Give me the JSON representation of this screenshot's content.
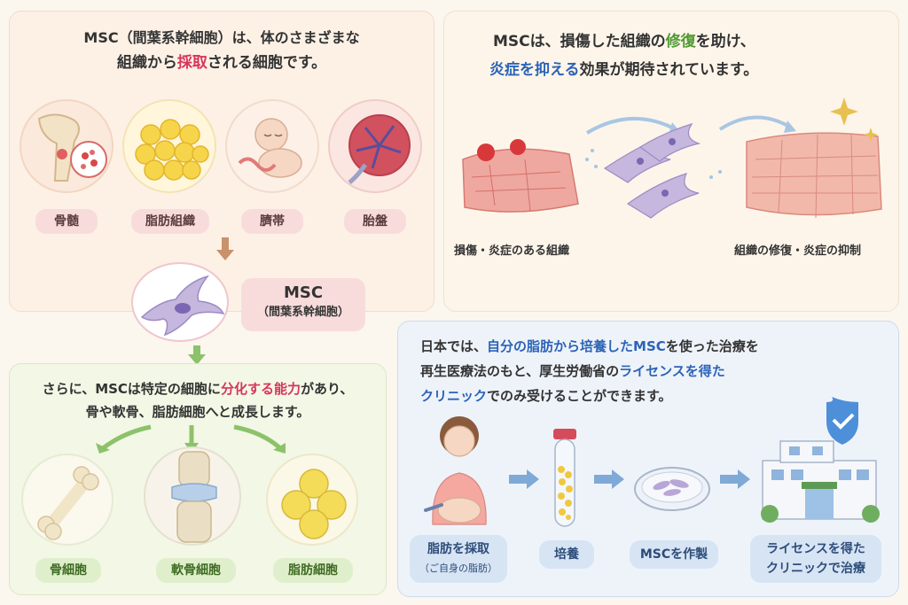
{
  "source_panel": {
    "heading_line1": "MSC（間葉系幹細胞）は、体のさまざまな",
    "heading_line2_pre": "組織から",
    "heading_line2_hl": "採取",
    "heading_line2_post": "される細胞です。",
    "sources": [
      {
        "label": "骨髄",
        "icon": "bone-marrow-icon"
      },
      {
        "label": "脂肪組織",
        "icon": "adipose-tissue-icon"
      },
      {
        "label": "臍帯",
        "icon": "umbilical-cord-icon"
      },
      {
        "label": "胎盤",
        "icon": "placenta-icon"
      }
    ],
    "msc_title": "MSC",
    "msc_subtitle": "（間葉系幹細胞）"
  },
  "repair_panel": {
    "line1_pre": "MSCは、損傷した組織の",
    "line1_hl": "修復",
    "line1_post": "を助け、",
    "line2_hl": "炎症を抑える",
    "line2_post": "効果が期待されています。",
    "caption_left": "損傷・炎症のある組織",
    "caption_right": "組織の修復・炎症の抑制"
  },
  "differentiation_panel": {
    "line1_pre": "さらに、MSCは特定の細胞に",
    "line1_hl": "分化する能力",
    "line1_post": "があり、",
    "line2": "骨や軟骨、脂肪細胞へと成長します。",
    "cells": [
      {
        "label": "骨細胞",
        "icon": "bone-icon"
      },
      {
        "label": "軟骨細胞",
        "icon": "knee-cartilage-icon"
      },
      {
        "label": "脂肪細胞",
        "icon": "fat-cells-icon"
      }
    ]
  },
  "treatment_panel": {
    "line1_pre": "日本では、",
    "line1_hl": "自分の脂肪から培養したMSC",
    "line1_post": "を使った治療を",
    "line2_pre": "再生医療法のもと、厚生労働省の",
    "line2_hl": "ライセンスを得た",
    "line3_hl": "クリニック",
    "line3_post": "でのみ受けることができます。",
    "steps": [
      {
        "label": "脂肪を採取",
        "sub": "（ご自身の脂肪）",
        "icon": "patient-icon"
      },
      {
        "label": "培養",
        "sub": "",
        "icon": "test-tube-icon"
      },
      {
        "label": "MSCを作製",
        "sub": "",
        "icon": "petri-dish-icon"
      },
      {
        "label": "ライセンスを得た",
        "sub": "クリニックで治療",
        "icon": "clinic-icon"
      }
    ]
  },
  "colors": {
    "highlight_red": "#d6365a",
    "highlight_green": "#4f9a32",
    "highlight_blue": "#2c63b6",
    "arrow_brown": "#c9926a",
    "arrow_green": "#8cc26a",
    "arrow_blue": "#7fa9d6"
  }
}
